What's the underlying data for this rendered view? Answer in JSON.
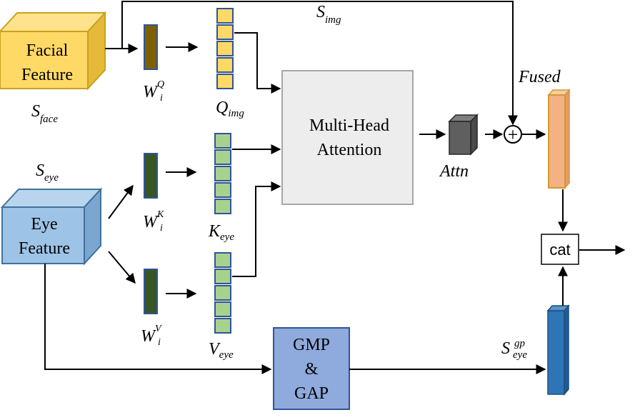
{
  "facial_feature": {
    "line1": "Facial",
    "line2": "Feature"
  },
  "eye_feature": {
    "line1": "Eye",
    "line2": "Feature"
  },
  "s_face": {
    "base": "S",
    "sub": "face"
  },
  "s_eye": {
    "base": "S",
    "sub": "eye"
  },
  "s_img": {
    "base": "S",
    "sub": "img"
  },
  "wq": {
    "base": "W",
    "sub": "i",
    "sup": "Q"
  },
  "wk": {
    "base": "W",
    "sub": "i",
    "sup": "K"
  },
  "wv": {
    "base": "W",
    "sub": "i",
    "sup": "V"
  },
  "q_img": {
    "base": "Q",
    "sub": "img"
  },
  "k_eye": {
    "base": "K",
    "sub": "eye"
  },
  "v_eye": {
    "base": "V",
    "sub": "eye"
  },
  "mha": {
    "line1": "Multi-Head",
    "line2": "Attention"
  },
  "attn": "Attn",
  "fused": "Fused",
  "plus": "+",
  "cat": "cat",
  "gmp_gap": {
    "line1": "GMP",
    "line2": "&",
    "line3": "GAP"
  },
  "s_eye_gp": {
    "base": "S",
    "sub": "eye",
    "sup": "gp"
  },
  "colors": {
    "facial_front": "#ffd966",
    "facial_side": "#e6b93a",
    "facial_stroke": "#c9a21b",
    "eye_front": "#9dc3e6",
    "eye_side": "#7aa6cf",
    "eye_stroke": "#41719c",
    "wq_fill": "#7f6000",
    "wkv_fill": "#375623",
    "q_cell": "#ffd966",
    "kv_cell": "#a9d18e",
    "mha_fill": "#ededed",
    "mha_stroke": "#a6a6a6",
    "attn_cube": "#5f5f5f",
    "fused_fill": "#f4b183",
    "fused_stroke": "#d19a2e",
    "gmp_fill": "#8faadc",
    "gmp_stroke": "#2f5597",
    "seyegp_fill": "#2e75b6"
  }
}
